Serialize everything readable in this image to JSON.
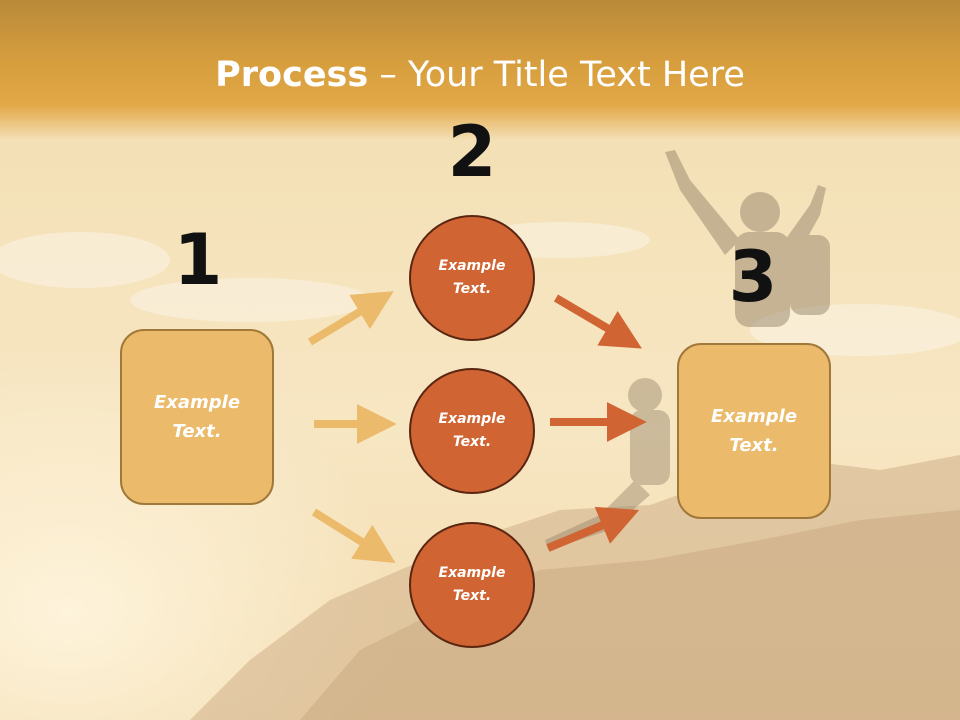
{
  "title": {
    "bold": "Process",
    "rest": " – Your Title Text Here"
  },
  "steps": {
    "one": {
      "number": "1",
      "text": "Example Text."
    },
    "two": {
      "number": "2",
      "circles": [
        "Example Text.",
        "Example Text.",
        "Example Text."
      ]
    },
    "three": {
      "number": "3",
      "text": "Example Text."
    }
  },
  "colors": {
    "box_fill": "#ebba6b",
    "circle_fill": "#d06432",
    "arrow_light": "#ebba6b",
    "arrow_dark": "#d06432",
    "title_band": "#e2a847"
  }
}
